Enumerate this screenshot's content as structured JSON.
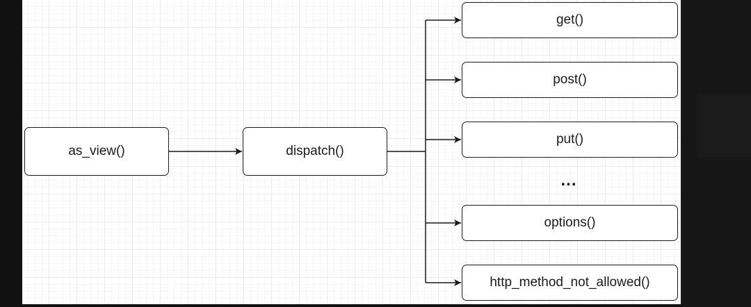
{
  "nodes": {
    "as_view": "as_view()",
    "dispatch": "dispatch()",
    "get": "get()",
    "post": "post()",
    "put": "put()",
    "options": "options()",
    "http_method_not_allowed": "http_method_not_allowed()"
  },
  "ellipsis": "...",
  "edges": [
    {
      "from": "as_view",
      "to": "dispatch"
    },
    {
      "from": "dispatch",
      "to": "get"
    },
    {
      "from": "dispatch",
      "to": "post"
    },
    {
      "from": "dispatch",
      "to": "put"
    },
    {
      "from": "dispatch",
      "to": "options"
    },
    {
      "from": "dispatch",
      "to": "http_method_not_allowed"
    }
  ],
  "colors": {
    "stroke": "#1a1a1a",
    "canvas": "#ffffff",
    "outer": "#111111"
  }
}
